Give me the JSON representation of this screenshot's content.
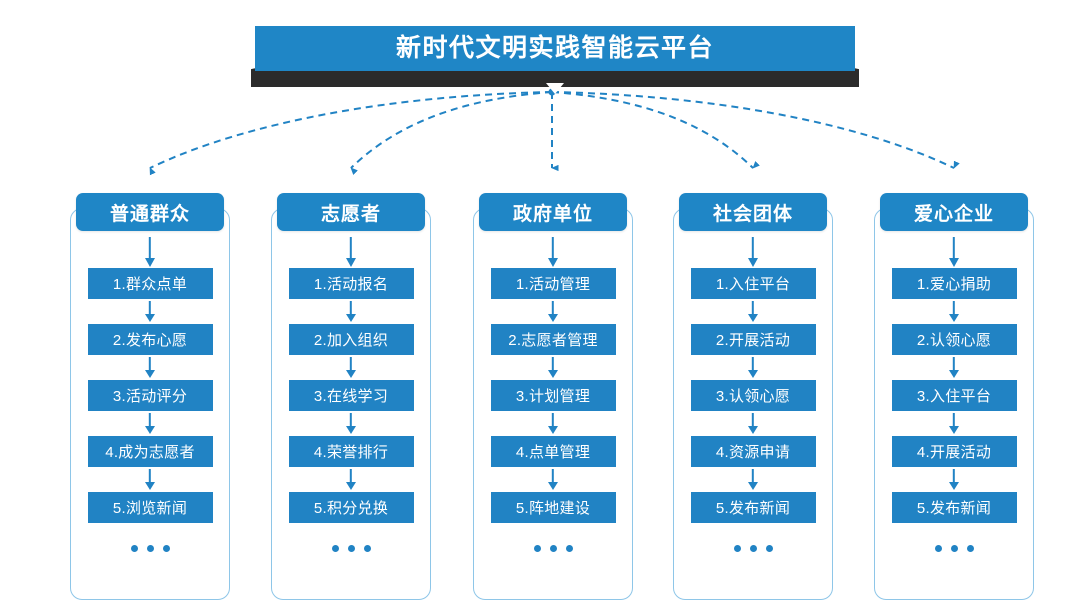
{
  "header": {
    "title": "新时代文明实践智能云平台",
    "accent_color": "#1f86c6",
    "shadow_color": "#2b2b2b"
  },
  "theme": {
    "box_blue": "#2183c4",
    "head_blue": "#1f86c6",
    "container_border": "#8ec6e8",
    "connector_color": "#2183c4",
    "background": "#ffffff"
  },
  "ellipsis_label": "...",
  "columns": [
    {
      "id": "public",
      "title": "普通群众",
      "items": [
        "1.群众点单",
        "2.发布心愿",
        "3.活动评分",
        "4.成为志愿者",
        "5.浏览新闻"
      ]
    },
    {
      "id": "volunteer",
      "title": "志愿者",
      "items": [
        "1.活动报名",
        "2.加入组织",
        "3.在线学习",
        "4.荣誉排行",
        "5.积分兑换"
      ]
    },
    {
      "id": "government",
      "title": "政府单位",
      "items": [
        "1.活动管理",
        "2.志愿者管理",
        "3.计划管理",
        "4.点单管理",
        "5.阵地建设"
      ]
    },
    {
      "id": "social-group",
      "title": "社会团体",
      "items": [
        "1.入住平台",
        "2.开展活动",
        "3.认领心愿",
        "4.资源申请",
        "5.发布新闻"
      ]
    },
    {
      "id": "enterprise",
      "title": "爱心企业",
      "items": [
        "1.爱心捐助",
        "2.认领心愿",
        "3.入住平台",
        "4.开展活动",
        "5.发布新闻"
      ]
    }
  ]
}
